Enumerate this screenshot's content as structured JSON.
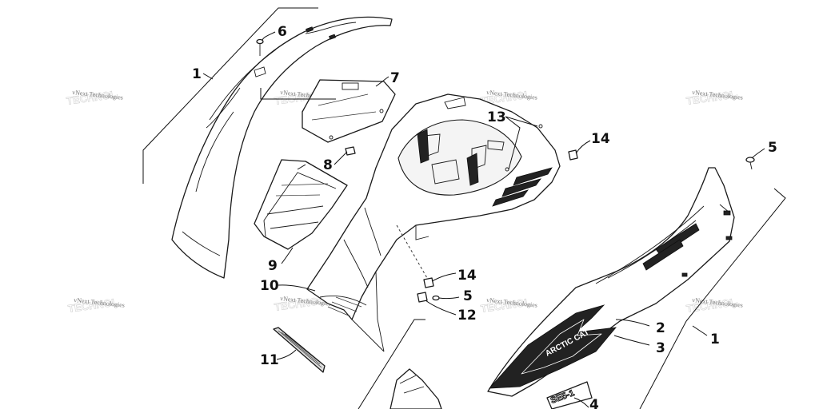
{
  "watermark": "vNext Technologies",
  "decal_brand": "ARCTIC CAT",
  "model_badge": "SE5-1",
  "callouts": {
    "c1_left": "1",
    "c1_right": "1",
    "c2": "2",
    "c3": "3",
    "c4": "4",
    "c5_top": "5",
    "c5_mid": "5",
    "c6": "6",
    "c7": "7",
    "c8": "8",
    "c9": "9",
    "c10": "10",
    "c11": "11",
    "c12": "12",
    "c13": "13",
    "c14_top": "14",
    "c14_mid": "14"
  }
}
